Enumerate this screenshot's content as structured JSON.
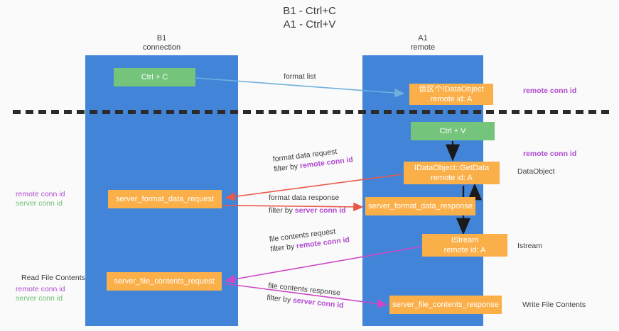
{
  "title": {
    "line1": "B1 - Ctrl+C",
    "line2": "A1 - Ctrl+V"
  },
  "lanes": [
    {
      "id": "b1",
      "name": "B1",
      "role": "connection"
    },
    {
      "id": "a1",
      "name": "A1",
      "role": "remote"
    }
  ],
  "boxes": {
    "ctrl_c": {
      "label": "Ctrl + C",
      "color": "#74c47c"
    },
    "ctrl_v": {
      "label": "Ctrl + V",
      "color": "#74c47c"
    },
    "idataobject": {
      "line1": "信区个IDataObject",
      "line2": "remote id: A",
      "color": "#fbaf49"
    },
    "getdata": {
      "line1": "IDataObject::GetData",
      "line2": "remote id: A",
      "color": "#fbaf49"
    },
    "server_format_data_request": {
      "label": "server_format_data_request",
      "color": "#fbaf49"
    },
    "server_format_data_response": {
      "label": "server_format_data_response",
      "color": "#fbaf49"
    },
    "istream": {
      "line1": "IStream",
      "line2": "remote id: A",
      "color": "#fbaf49"
    },
    "server_file_contents_request": {
      "label": "server_file_contents_request",
      "color": "#fbaf49"
    },
    "server_file_contents_response": {
      "label": "server_file_contents_response",
      "color": "#fbaf49"
    }
  },
  "edge_labels": {
    "format_list": "format list",
    "format_data_request": "format data request",
    "format_data_request_filter_prefix": "filter by ",
    "format_data_request_filter_key": "remote conn id",
    "format_data_response": "format data response",
    "format_data_response_filter_prefix": "filter by ",
    "format_data_response_filter_key": "server conn id",
    "file_contents_request": "file contents request",
    "file_contents_request_filter_prefix": "filter by ",
    "file_contents_request_filter_key": "remote conn id",
    "file_contents_response": "file contents response",
    "file_contents_response_filter_prefix": "filter by ",
    "file_contents_response_filter_key": "server conn id"
  },
  "annotations": {
    "right_top_remote_conn_id": "remote conn id",
    "right_mid_remote_conn_id": "remote conn id",
    "right_dataobject": "DataObject",
    "right_istream": "Istream",
    "right_write_file_contents": "Write File Contents",
    "left_remote_conn_id": "remote conn id",
    "left_server_conn_id": "server conn id",
    "left_read_file_contents": "Read File Contents",
    "left_lower_remote_conn_id": "remote conn id",
    "left_lower_server_conn_id": "server conn id"
  },
  "colors": {
    "lane": "#4285d8",
    "green_box": "#74c47c",
    "orange_box": "#fbaf49",
    "purple_text": "#b04ad0",
    "green_text": "#6bbf72",
    "red_arrow": "#e8594a",
    "magenta_arrow": "#cc49c6",
    "blue_arrow": "#6fb0de",
    "black_arrow": "#1a1a1a",
    "divider": "#2b2b2b",
    "background": "#fafafa"
  }
}
